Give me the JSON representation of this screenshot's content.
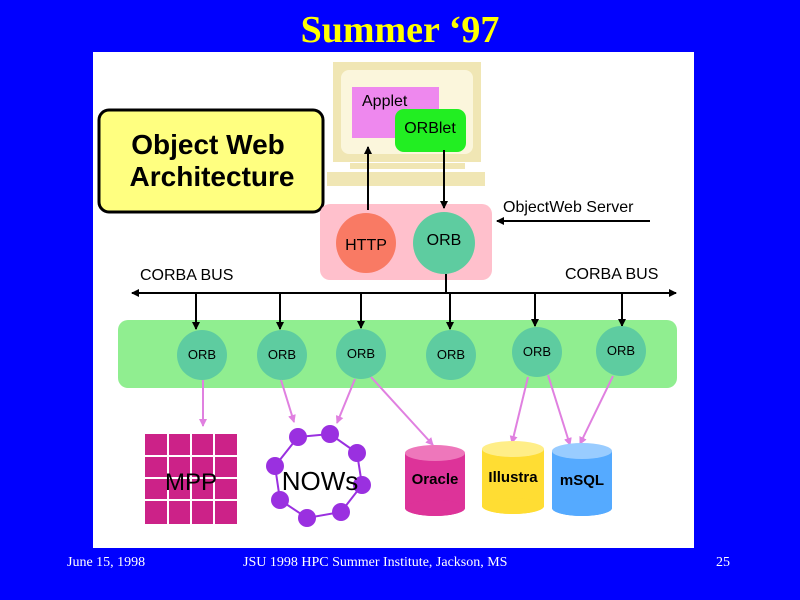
{
  "slide": {
    "title": "Summer ‘97",
    "footer_left": "June 15,  1998",
    "footer_center": "JSU 1998 HPC Summer Institute, Jackson, MS",
    "footer_right": "25"
  },
  "diagram": {
    "heading_line1": "Object Web",
    "heading_line2": "Architecture",
    "applet_label": "Applet",
    "orblet_label": "ORBlet",
    "server_label": "ObjectWeb Server",
    "http_label": "HTTP",
    "server_orb_label": "ORB",
    "bus_label_left": "CORBA BUS",
    "bus_label_right": "CORBA BUS",
    "bus_orbs": [
      "ORB",
      "ORB",
      "ORB",
      "ORB",
      "ORB",
      "ORB"
    ],
    "mpp_label": "MPP",
    "nows_label": "NOWs",
    "databases": [
      "Oracle",
      "Illustra",
      "mSQL"
    ]
  },
  "colors": {
    "background": "#0000ff",
    "title": "#ffff00",
    "heading_box": "#ffff80",
    "monitor": "#f0e6b4",
    "applet": "#ee88ee",
    "orblet": "#22ee22",
    "server_box": "#ffc0cc",
    "http": "#f97a64",
    "orb": "#5ecca0",
    "bus_band": "#90ee90",
    "mpp": "#cc2288",
    "nows": "#9a30e0",
    "oracle": "#dd3399",
    "illustra": "#ffdd33",
    "msql": "#55aaff",
    "arrow_pink": "#e080e0"
  }
}
